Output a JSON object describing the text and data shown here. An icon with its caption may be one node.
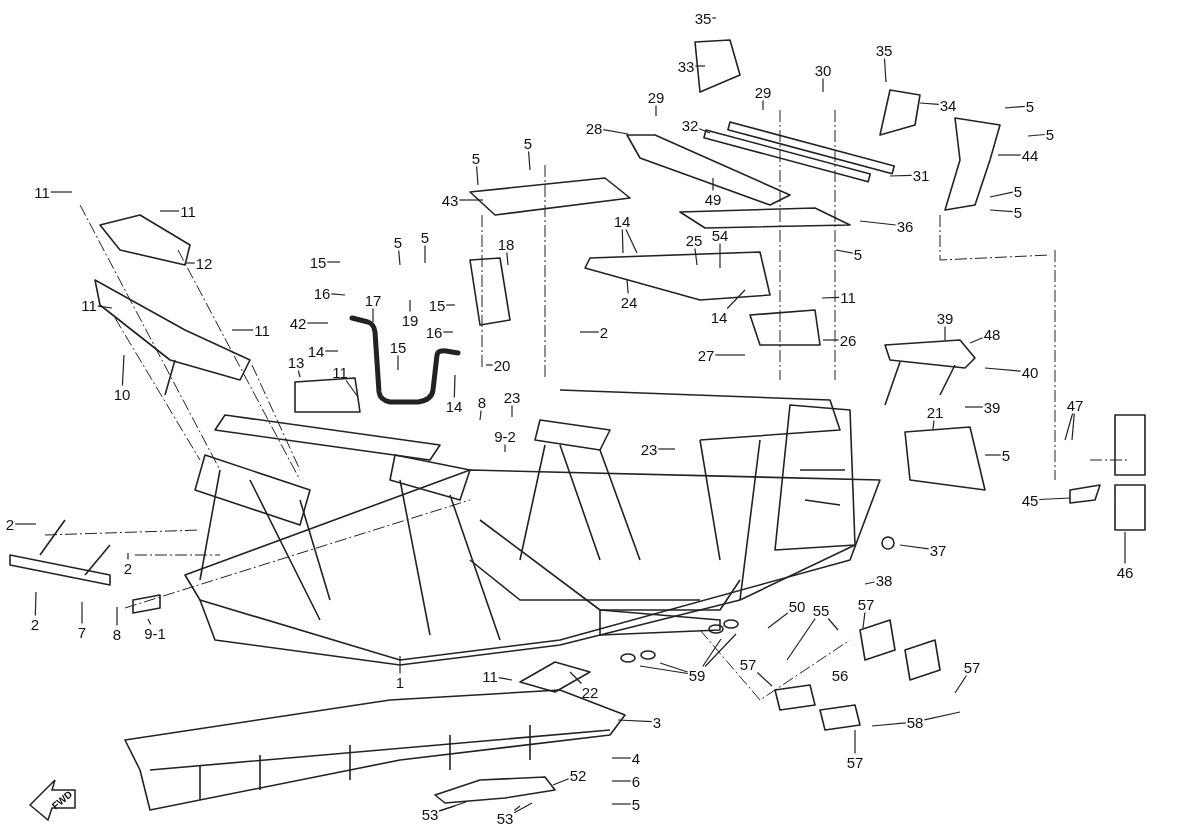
{
  "diagram": {
    "nodes": [
      {
        "text": [
          "35"
        ]
      },
      {
        "text": [
          "33"
        ]
      },
      {
        "text": [
          "35"
        ]
      },
      {
        "text": [
          "29"
        ]
      },
      {
        "text": [
          "30"
        ]
      },
      {
        "text": [
          "29"
        ]
      },
      {
        "text": [
          "34"
        ]
      },
      {
        "text": [
          "28"
        ]
      },
      {
        "text": [
          "32"
        ]
      },
      {
        "text": [
          "5"
        ]
      },
      {
        "text": [
          "5"
        ]
      },
      {
        "text": [
          "11"
        ]
      },
      {
        "text": [
          "11"
        ]
      },
      {
        "text": [
          "5"
        ]
      },
      {
        "text": [
          "5"
        ]
      },
      {
        "text": [
          "31"
        ]
      },
      {
        "text": [
          "44"
        ]
      },
      {
        "text": [
          "49"
        ]
      },
      {
        "text": [
          "43"
        ]
      },
      {
        "text": [
          "5"
        ]
      },
      {
        "text": [
          "5"
        ]
      },
      {
        "text": [
          "12"
        ]
      },
      {
        "text": [
          "36"
        ]
      },
      {
        "text": [
          "14"
        ]
      },
      {
        "text": [
          "25"
        ]
      },
      {
        "text": [
          "54"
        ]
      },
      {
        "text": [
          "5"
        ]
      },
      {
        "text": [
          "5"
        ]
      },
      {
        "text": [
          "5"
        ]
      },
      {
        "text": [
          "18"
        ]
      },
      {
        "text": [
          "15"
        ]
      },
      {
        "text": [
          "24"
        ]
      },
      {
        "text": [
          "11"
        ]
      },
      {
        "text": [
          "16"
        ]
      },
      {
        "text": [
          "17"
        ]
      },
      {
        "text": [
          "19"
        ]
      },
      {
        "text": [
          "15"
        ]
      },
      {
        "text": [
          "11"
        ]
      },
      {
        "text": [
          "14"
        ]
      },
      {
        "text": [
          "11"
        ]
      },
      {
        "text": [
          "42"
        ]
      },
      {
        "text": [
          "14"
        ]
      },
      {
        "text": [
          "16"
        ]
      },
      {
        "text": [
          "2"
        ]
      },
      {
        "text": [
          "39"
        ]
      },
      {
        "text": [
          "27"
        ]
      },
      {
        "text": [
          "26"
        ]
      },
      {
        "text": [
          "48"
        ]
      },
      {
        "text": [
          "13"
        ]
      },
      {
        "text": [
          "20"
        ]
      },
      {
        "text": [
          "10"
        ]
      },
      {
        "text": [
          "11"
        ]
      },
      {
        "text": [
          "15"
        ]
      },
      {
        "text": [
          "40"
        ]
      },
      {
        "text": [
          "14"
        ]
      },
      {
        "text": [
          "23"
        ]
      },
      {
        "text": [
          "8"
        ]
      },
      {
        "text": [
          "39"
        ]
      },
      {
        "text": [
          "9-2"
        ]
      },
      {
        "text": [
          "47"
        ]
      },
      {
        "text": [
          "21"
        ]
      },
      {
        "text": [
          "23"
        ]
      },
      {
        "text": [
          "5"
        ]
      },
      {
        "text": [
          "45"
        ]
      },
      {
        "text": [
          "2"
        ]
      },
      {
        "text": [
          "2"
        ]
      },
      {
        "text": [
          "46"
        ]
      },
      {
        "text": [
          "37"
        ]
      },
      {
        "text": [
          "38"
        ]
      },
      {
        "text": [
          "2"
        ]
      },
      {
        "text": [
          "7"
        ]
      },
      {
        "text": [
          "8"
        ]
      },
      {
        "text": [
          "9-1"
        ]
      },
      {
        "text": [
          "50"
        ]
      },
      {
        "text": [
          "55"
        ]
      },
      {
        "text": [
          "57"
        ]
      },
      {
        "text": [
          "57"
        ]
      },
      {
        "text": [
          "1"
        ]
      },
      {
        "text": [
          "11"
        ]
      },
      {
        "text": [
          "22"
        ]
      },
      {
        "text": [
          "59"
        ]
      },
      {
        "text": [
          "57"
        ]
      },
      {
        "text": [
          "3"
        ]
      },
      {
        "text": [
          "58"
        ]
      },
      {
        "text": [
          "57"
        ]
      },
      {
        "text": [
          "4"
        ]
      },
      {
        "text": [
          "52"
        ]
      },
      {
        "text": [
          "6"
        ]
      },
      {
        "text": [
          "53"
        ]
      },
      {
        "text": [
          "53"
        ]
      },
      {
        "text": [
          "5"
        ]
      }
    ],
    "edges": [
      {
        "from": 0,
        "to": null,
        "arrow": "none"
      },
      {
        "from": 1,
        "to": null,
        "arrow": "none"
      },
      {
        "from": 2,
        "to": null,
        "arrow": "none"
      },
      {
        "from": 3,
        "to": null,
        "arrow": "none"
      },
      {
        "from": 4,
        "to": null,
        "arrow": "none"
      },
      {
        "from": 5,
        "to": null,
        "arrow": "none"
      },
      {
        "from": 6,
        "to": null,
        "arrow": "none"
      },
      {
        "from": 7,
        "to": null,
        "arrow": "none"
      },
      {
        "from": 8,
        "to": null,
        "arrow": "none"
      },
      {
        "from": 9,
        "to": null,
        "arrow": "none"
      },
      {
        "from": 10,
        "to": null,
        "arrow": "none"
      },
      {
        "from": 11,
        "to": null,
        "arrow": "none"
      },
      {
        "from": 12,
        "to": null,
        "arrow": "none"
      },
      {
        "from": 13,
        "to": null,
        "arrow": "none"
      },
      {
        "from": 14,
        "to": null,
        "arrow": "none"
      },
      {
        "from": 15,
        "to": null,
        "arrow": "none"
      },
      {
        "from": 16,
        "to": null,
        "arrow": "none"
      },
      {
        "from": 17,
        "to": null,
        "arrow": "none"
      },
      {
        "from": 18,
        "to": null,
        "arrow": "none"
      },
      {
        "from": 19,
        "to": null,
        "arrow": "none"
      },
      {
        "from": 20,
        "to": null,
        "arrow": "none"
      },
      {
        "from": 21,
        "to": null,
        "arrow": "none"
      },
      {
        "from": 22,
        "to": null,
        "arrow": "none"
      },
      {
        "from": 23,
        "to": null,
        "arrow": "none"
      },
      {
        "from": 23,
        "to": null,
        "arrow": "none"
      },
      {
        "from": 24,
        "to": null,
        "arrow": "none"
      },
      {
        "from": 25,
        "to": null,
        "arrow": "none"
      },
      {
        "from": 26,
        "to": null,
        "arrow": "none"
      },
      {
        "from": 27,
        "to": null,
        "arrow": "none"
      },
      {
        "from": 28,
        "to": null,
        "arrow": "none"
      },
      {
        "from": 29,
        "to": null,
        "arrow": "none"
      },
      {
        "from": 30,
        "to": null,
        "arrow": "none"
      },
      {
        "from": 31,
        "to": null,
        "arrow": "none"
      },
      {
        "from": 32,
        "to": null,
        "arrow": "none"
      },
      {
        "from": 33,
        "to": null,
        "arrow": "none"
      },
      {
        "from": 34,
        "to": null,
        "arrow": "none"
      },
      {
        "from": 35,
        "to": null,
        "arrow": "none"
      },
      {
        "from": 36,
        "to": null,
        "arrow": "none"
      },
      {
        "from": 37,
        "to": null,
        "arrow": "none"
      },
      {
        "from": 38,
        "to": null,
        "arrow": "none"
      },
      {
        "from": 39,
        "to": null,
        "arrow": "none"
      },
      {
        "from": 40,
        "to": null,
        "arrow": "none"
      },
      {
        "from": 41,
        "to": null,
        "arrow": "none"
      },
      {
        "from": 42,
        "to": null,
        "arrow": "none"
      },
      {
        "from": 43,
        "to": null,
        "arrow": "none"
      },
      {
        "from": 44,
        "to": null,
        "arrow": "none"
      },
      {
        "from": 45,
        "to": null,
        "arrow": "none"
      },
      {
        "from": 46,
        "to": null,
        "arrow": "none"
      },
      {
        "from": 47,
        "to": null,
        "arrow": "none"
      },
      {
        "from": 48,
        "to": null,
        "arrow": "none"
      },
      {
        "from": 49,
        "to": null,
        "arrow": "none"
      },
      {
        "from": 50,
        "to": null,
        "arrow": "none"
      },
      {
        "from": 51,
        "to": null,
        "arrow": "none"
      },
      {
        "from": 52,
        "to": null,
        "arrow": "none"
      },
      {
        "from": 53,
        "to": null,
        "arrow": "none"
      },
      {
        "from": 54,
        "to": null,
        "arrow": "none"
      },
      {
        "from": 55,
        "to": null,
        "arrow": "none"
      },
      {
        "from": 56,
        "to": null,
        "arrow": "none"
      },
      {
        "from": 57,
        "to": null,
        "arrow": "none"
      },
      {
        "from": 58,
        "to": null,
        "arrow": "none"
      },
      {
        "from": 59,
        "to": null,
        "arrow": "none"
      },
      {
        "from": 59,
        "to": null,
        "arrow": "none"
      },
      {
        "from": 60,
        "to": null,
        "arrow": "none"
      },
      {
        "from": 61,
        "to": null,
        "arrow": "none"
      },
      {
        "from": 62,
        "to": null,
        "arrow": "none"
      },
      {
        "from": 63,
        "to": null,
        "arrow": "none"
      },
      {
        "from": 64,
        "to": null,
        "arrow": "none"
      },
      {
        "from": 65,
        "to": null,
        "arrow": "none"
      },
      {
        "from": 66,
        "to": null,
        "arrow": "none"
      },
      {
        "from": 67,
        "to": null,
        "arrow": "none"
      },
      {
        "from": 68,
        "to": null,
        "arrow": "none"
      },
      {
        "from": 69,
        "to": null,
        "arrow": "none"
      },
      {
        "from": 70,
        "to": null,
        "arrow": "none"
      },
      {
        "from": 71,
        "to": null,
        "arrow": "none"
      },
      {
        "from": 72,
        "to": null,
        "arrow": "none"
      },
      {
        "from": 73,
        "to": null,
        "arrow": "none"
      },
      {
        "from": 74,
        "to": null,
        "arrow": "none"
      },
      {
        "from": 74,
        "to": null,
        "arrow": "none"
      },
      {
        "from": 75,
        "to": null,
        "arrow": "none"
      },
      {
        "from": 76,
        "to": null,
        "arrow": "none"
      },
      {
        "from": 77,
        "to": null,
        "arrow": "none"
      },
      {
        "from": 78,
        "to": null,
        "arrow": "none"
      },
      {
        "from": 79,
        "to": null,
        "arrow": "none"
      },
      {
        "from": 80,
        "to": null,
        "arrow": "none"
      },
      {
        "from": 80,
        "to": null,
        "arrow": "none"
      },
      {
        "from": 80,
        "to": null,
        "arrow": "none"
      },
      {
        "from": 80,
        "to": null,
        "arrow": "none"
      },
      {
        "from": 81,
        "to": null,
        "arrow": "none"
      },
      {
        "from": 82,
        "to": null,
        "arrow": "none"
      },
      {
        "from": 83,
        "to": null,
        "arrow": "none"
      },
      {
        "from": 83,
        "to": null,
        "arrow": "none"
      },
      {
        "from": 84,
        "to": null,
        "arrow": "none"
      },
      {
        "from": 85,
        "to": null,
        "arrow": "none"
      },
      {
        "from": 86,
        "to": null,
        "arrow": "none"
      },
      {
        "from": 87,
        "to": null,
        "arrow": "none"
      },
      {
        "from": 88,
        "to": null,
        "arrow": "none"
      },
      {
        "from": 88,
        "to": null,
        "arrow": "none"
      },
      {
        "from": 89,
        "to": null,
        "arrow": "none"
      },
      {
        "from": 89,
        "to": null,
        "arrow": "none"
      },
      {
        "from": 90,
        "to": null,
        "arrow": "none"
      }
    ],
    "labels": [
      "56",
      "FWD"
    ]
  }
}
